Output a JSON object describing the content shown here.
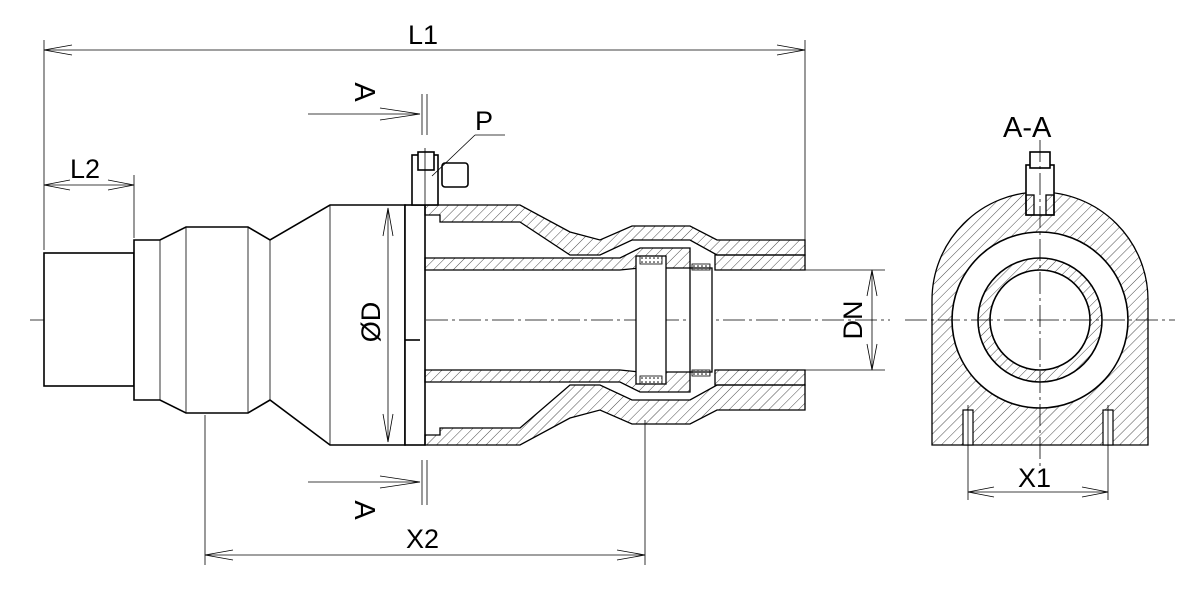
{
  "labels": {
    "l1": "L1",
    "l2": "L2",
    "x1": "X1",
    "x2": "X2",
    "dn": "DN",
    "od": "ØD",
    "p": "P",
    "section_mark_top": "A",
    "section_mark_bottom": "A",
    "section_title": "A-A"
  },
  "colors": {
    "line": "#000000",
    "background": "#ffffff"
  }
}
